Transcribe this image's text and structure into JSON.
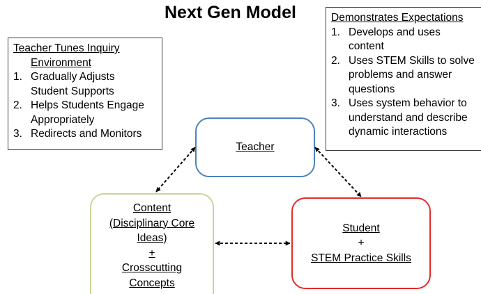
{
  "title": "Next Gen Model",
  "teacher_panel": {
    "heading_line1": "Teacher Tunes Inquiry",
    "heading_line2": "Environment",
    "items": [
      {
        "num": "1.",
        "lines": [
          "Gradually Adjusts",
          "Student Supports"
        ]
      },
      {
        "num": "2.",
        "lines": [
          "Helps Students Engage",
          "Appropriately"
        ]
      },
      {
        "num": "3.",
        "lines": [
          "Redirects and Monitors"
        ]
      }
    ]
  },
  "expectations_panel": {
    "heading": "Demonstrates Expectations",
    "items": [
      {
        "num": "1.",
        "lines": [
          "Develops and uses",
          "content"
        ]
      },
      {
        "num": "2.",
        "lines": [
          "Uses STEM Skills to solve",
          "problems and answer",
          "questions"
        ]
      },
      {
        "num": "3.",
        "lines": [
          "Uses system behavior to",
          "understand and describe",
          "dynamic interactions"
        ]
      }
    ]
  },
  "nodes": {
    "teacher": {
      "label": "Teacher",
      "border_color": "#4f81bd"
    },
    "content": {
      "lines": [
        "Content",
        "(Disciplinary Core",
        "Ideas)",
        "+",
        "Crosscutting",
        "Concepts"
      ],
      "border_color": "#c4d79b"
    },
    "student": {
      "lines": [
        "Student",
        "+",
        "STEM Practice Skills"
      ],
      "border_color": "#e32b2b"
    }
  }
}
